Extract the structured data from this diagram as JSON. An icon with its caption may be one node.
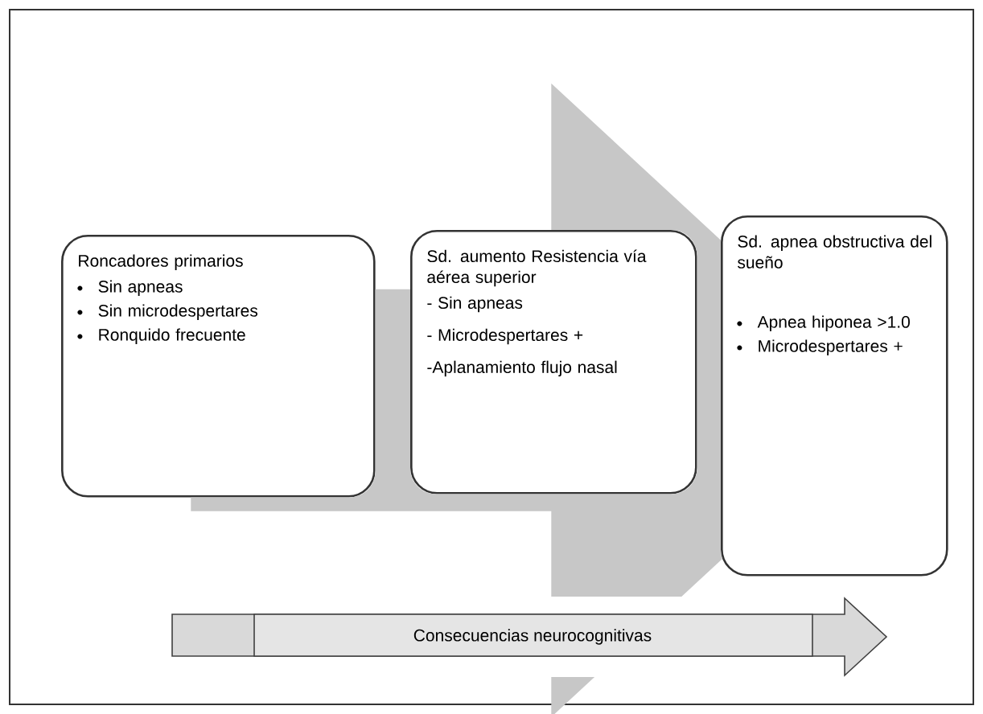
{
  "diagram": {
    "nodes": [
      {
        "text": [
          "Roncadores primarios",
          "Sin apneas",
          "Sin microdespertares",
          "Ronquido frecuente"
        ]
      },
      {
        "text": [
          "Sd. aumento Resistencia vía aérea superior",
          "- Sin apneas",
          "- Microdespertares +",
          "-Aplanamiento flujo nasal"
        ]
      },
      {
        "text": [
          "Sd. apnea obstructiva del sueño",
          "Apnea hiponea >1.0",
          "Microdespertares +"
        ]
      },
      {
        "text": [
          "Consecuencias neurocognitivas"
        ]
      }
    ],
    "edges": [
      {
        "from": 0,
        "to": 2,
        "arrow": "to",
        "style": "thick"
      }
    ]
  }
}
